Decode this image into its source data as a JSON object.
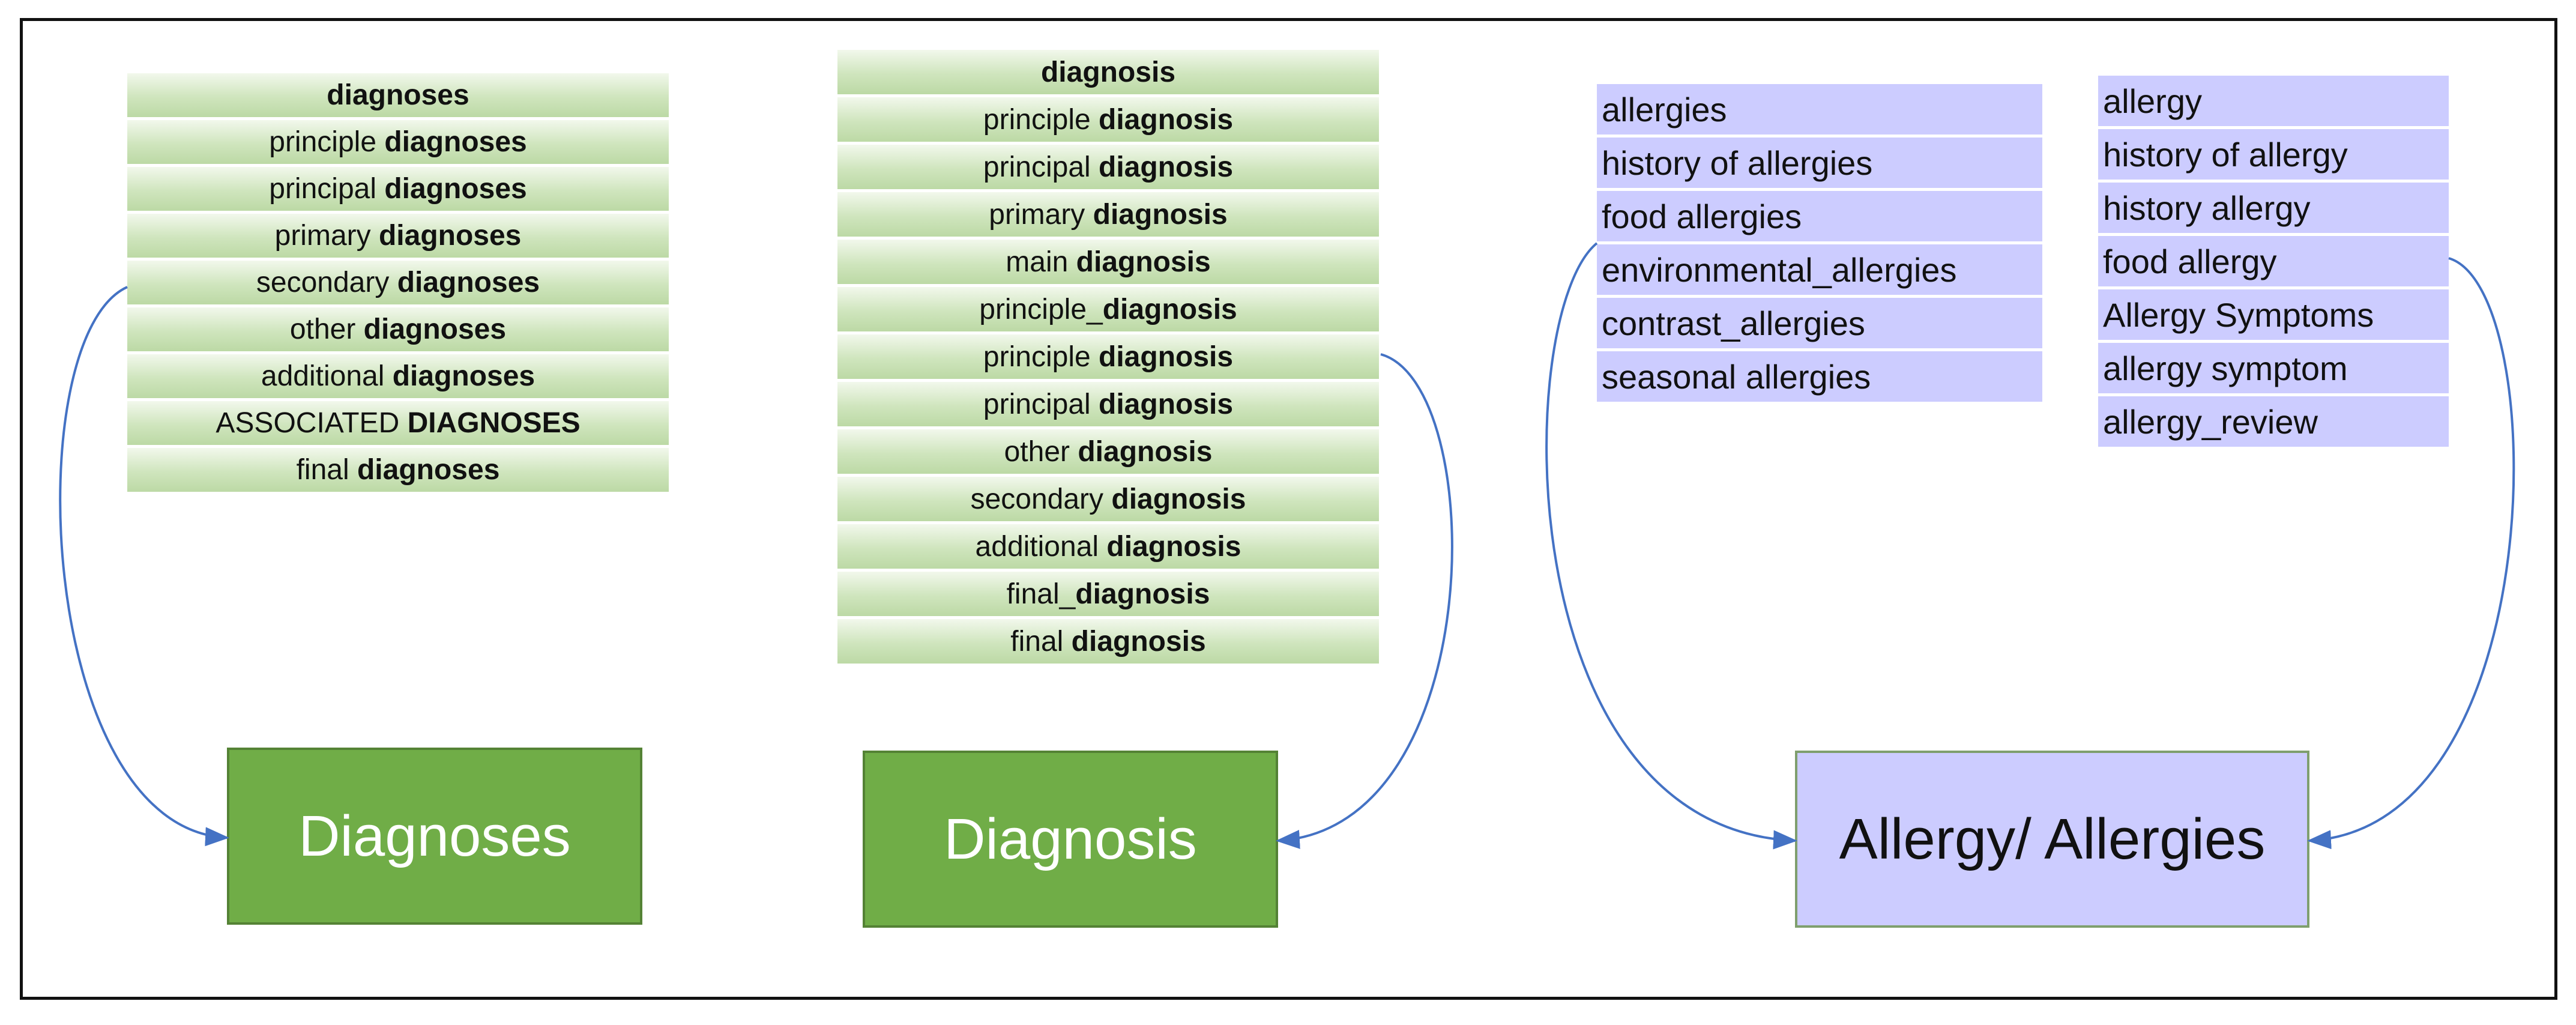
{
  "diagram": {
    "groups": [
      {
        "id": "diagnoses",
        "target_label": "Diagnoses",
        "items": [
          {
            "prefix": "",
            "keyword": "diagnoses"
          },
          {
            "prefix": "principle ",
            "keyword": "diagnoses"
          },
          {
            "prefix": "principal ",
            "keyword": "diagnoses"
          },
          {
            "prefix": "primary ",
            "keyword": "diagnoses"
          },
          {
            "prefix": "secondary ",
            "keyword": "diagnoses"
          },
          {
            "prefix": "other ",
            "keyword": "diagnoses"
          },
          {
            "prefix": "additional ",
            "keyword": "diagnoses"
          },
          {
            "prefix": "ASSOCIATED ",
            "keyword": "DIAGNOSES"
          },
          {
            "prefix": "final ",
            "keyword": "diagnoses"
          }
        ]
      },
      {
        "id": "diagnosis",
        "target_label": "Diagnosis",
        "items": [
          {
            "prefix": "",
            "keyword": "diagnosis"
          },
          {
            "prefix": "principle ",
            "keyword": "diagnosis"
          },
          {
            "prefix": "principal ",
            "keyword": "diagnosis"
          },
          {
            "prefix": "primary ",
            "keyword": "diagnosis"
          },
          {
            "prefix": "main ",
            "keyword": "diagnosis"
          },
          {
            "prefix": "principle_",
            "keyword": "diagnosis"
          },
          {
            "prefix": "principle ",
            "keyword": "diagnosis"
          },
          {
            "prefix": "principal ",
            "keyword": "diagnosis"
          },
          {
            "prefix": "other ",
            "keyword": "diagnosis"
          },
          {
            "prefix": "secondary ",
            "keyword": "diagnosis"
          },
          {
            "prefix": "additional ",
            "keyword": "diagnosis"
          },
          {
            "prefix": "final_",
            "keyword": "diagnosis"
          },
          {
            "prefix": "final ",
            "keyword": "diagnosis"
          }
        ]
      },
      {
        "id": "allergy",
        "target_label": "Allergy/ Allergies",
        "lists": [
          [
            "allergies",
            "history of allergies",
            "food allergies",
            "environmental_allergies",
            "contrast_allergies",
            "seasonal allergies"
          ],
          [
            "allergy",
            "history of allergy",
            "history allergy",
            "food allergy",
            "Allergy Symptoms",
            "allergy symptom",
            "allergy_review"
          ]
        ]
      }
    ],
    "colors": {
      "green_box": "#70ad47",
      "green_box_border": "#548235",
      "green_cell_light": "#f2f8ec",
      "green_cell_dark": "#bcd9a5",
      "purple": "#ccccff",
      "arrow": "#4472c4",
      "frame": "#111111"
    }
  }
}
